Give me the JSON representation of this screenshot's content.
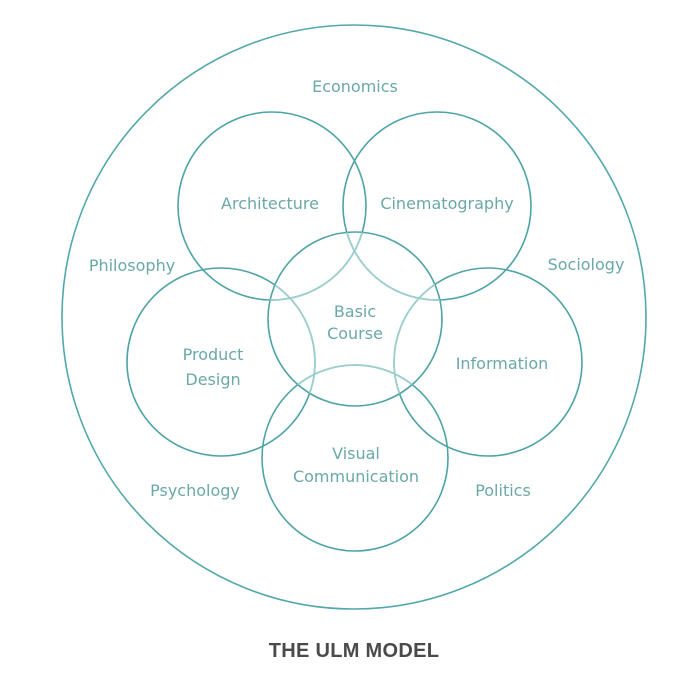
{
  "title": "THE ULM MODEL",
  "colors": {
    "stroke": "#4ea3a6",
    "overlap_stroke": "#9dcfcd",
    "label": "#6aa8a9",
    "title": "#4a4a4d"
  },
  "outer_ring": {
    "name": "outer-context-circle",
    "surrounding_disciplines": [
      "Economics",
      "Philosophy",
      "Sociology",
      "Psychology",
      "Politics"
    ]
  },
  "outer_labels": [
    {
      "id": "economics",
      "text": "Economics"
    },
    {
      "id": "philosophy",
      "text": "Philosophy"
    },
    {
      "id": "sociology",
      "text": "Sociology"
    },
    {
      "id": "psychology",
      "text": "Psychology"
    },
    {
      "id": "politics",
      "text": "Politics"
    }
  ],
  "center": {
    "id": "basic-course",
    "lines": [
      "Basic",
      "Course"
    ]
  },
  "departments": [
    {
      "id": "architecture",
      "lines": [
        "Architecture"
      ]
    },
    {
      "id": "cinematography",
      "lines": [
        "Cinematography"
      ]
    },
    {
      "id": "information",
      "lines": [
        "Information"
      ]
    },
    {
      "id": "visual-communication",
      "lines": [
        "Visual",
        "Communication"
      ]
    },
    {
      "id": "product-design",
      "lines": [
        "Product",
        "Design"
      ]
    }
  ]
}
